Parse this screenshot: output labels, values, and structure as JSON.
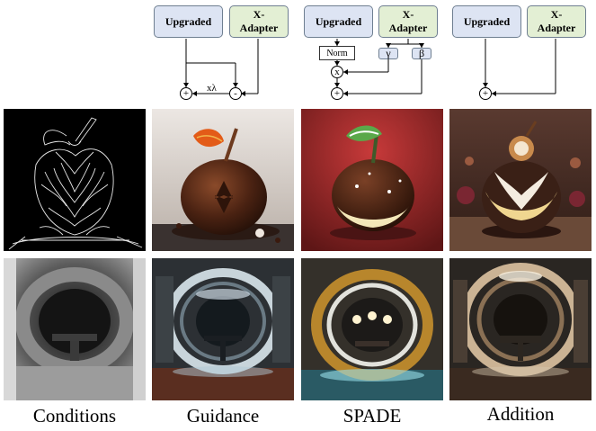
{
  "diagrams": {
    "guidance": {
      "upgraded": "Upgraded",
      "xadapter": "X-\nAdapter",
      "scale_label": "xλ",
      "plus": "+",
      "minus": "-"
    },
    "spade": {
      "upgraded": "Upgraded",
      "xadapter": "X-\nAdapter",
      "norm": "Norm",
      "gamma": "γ",
      "beta": "β",
      "times": "x",
      "plus": "+"
    },
    "addition": {
      "upgraded": "Upgraded",
      "xadapter": "X-\nAdapter",
      "plus": "+"
    }
  },
  "rows": [
    {
      "name": "apple",
      "cells": [
        "canny edge condition",
        "guidance apple",
        "spade apple",
        "addition apple"
      ]
    },
    {
      "name": "room",
      "cells": [
        "depth condition",
        "guidance room",
        "spade room",
        "addition room"
      ]
    }
  ],
  "captions": [
    "Conditions",
    "Guidance",
    "SPADE",
    "Addition"
  ]
}
